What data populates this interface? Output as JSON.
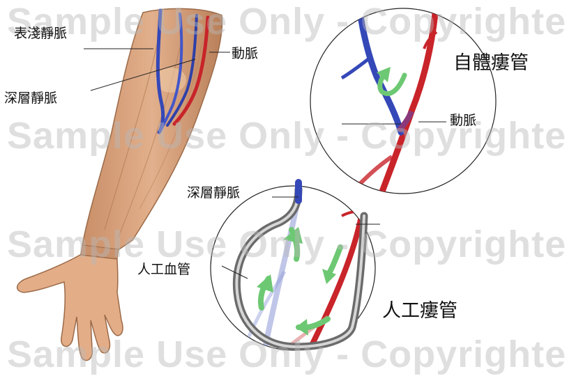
{
  "watermark": {
    "row1": "Sample Use Only - Copyrighted",
    "row2": "Sample Use Only - Copyrighted",
    "row3": "Sample Use Only - Copyrighted",
    "row4": "Sample Use Only - Copyrighted"
  },
  "labels": {
    "superficial_vein": "表淺靜脈",
    "artery_arm": "動脈",
    "deep_vein_arm": "深層靜脈",
    "autologous_fistula": "自體瘻管",
    "artery_inset": "動脈",
    "deep_vein_graft": "深層靜脈",
    "artificial_vessel": "人工血管",
    "artificial_fistula": "人工瘻管"
  },
  "colors": {
    "artery": "#c8242a",
    "vein": "#3548b8",
    "graft": "#8c8c8c",
    "flow_arrow": "#6dc873",
    "skin": "#d9a57e"
  }
}
